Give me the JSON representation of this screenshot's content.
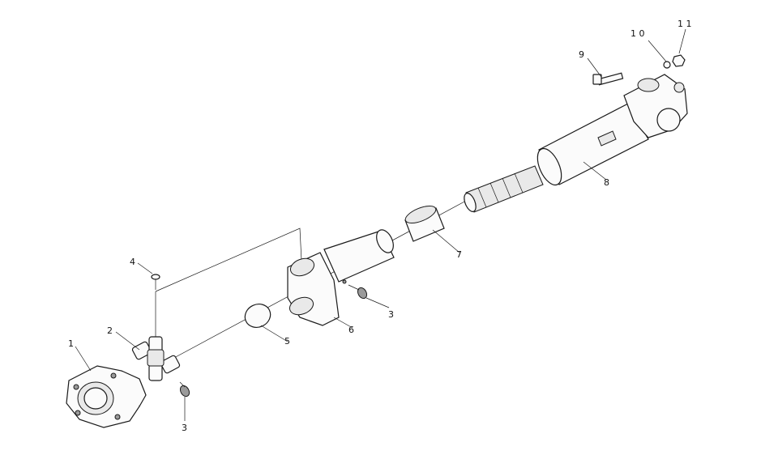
{
  "callouts": [
    {
      "id": "c1",
      "label": "1"
    },
    {
      "id": "c2",
      "label": "2"
    },
    {
      "id": "c3a",
      "label": "3"
    },
    {
      "id": "c3b",
      "label": "3"
    },
    {
      "id": "c4",
      "label": "4"
    },
    {
      "id": "c5",
      "label": "5"
    },
    {
      "id": "c6",
      "label": "6"
    },
    {
      "id": "c7",
      "label": "7"
    },
    {
      "id": "c8",
      "label": "8"
    },
    {
      "id": "c9",
      "label": "9"
    },
    {
      "id": "c10",
      "label": "1 0"
    },
    {
      "id": "c11",
      "label": "1 1"
    }
  ]
}
